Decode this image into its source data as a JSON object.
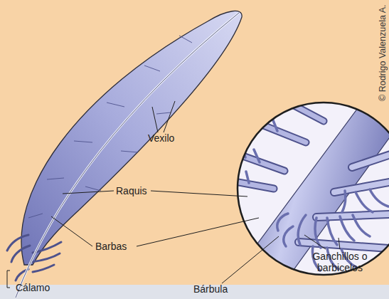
{
  "diagram": {
    "labels": [
      "Vexilo",
      "Raquis",
      "Barbas",
      "Cálamo",
      "Bárbula",
      "Ganchillos o barbicelos",
      "© Rodrigo Valenzuela A."
    ]
  }
}
